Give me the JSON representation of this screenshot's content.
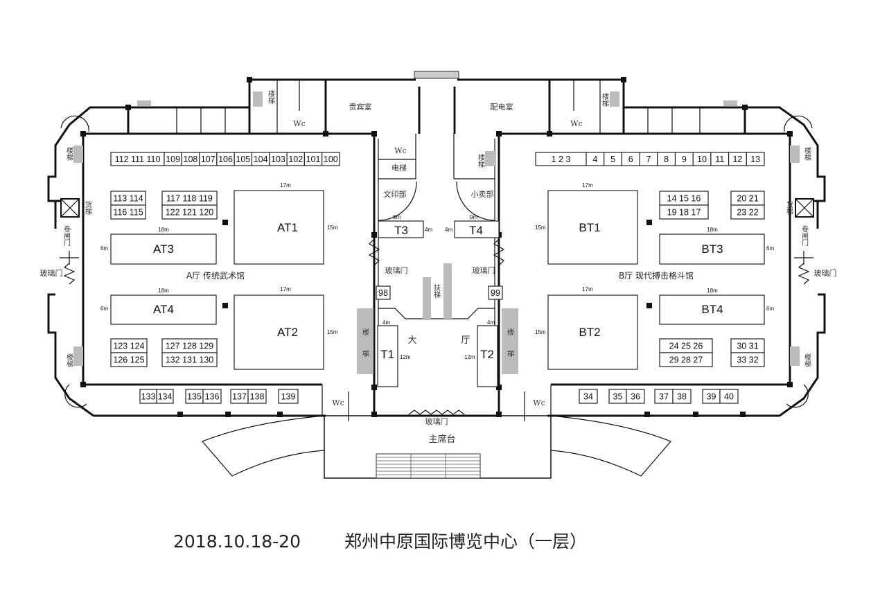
{
  "caption": {
    "date": "2018.10.18-20",
    "venue": "郑州中原国际博览中心（一层）"
  },
  "halls": {
    "a": "A厅 传统武术馆",
    "b": "B厅 现代搏击格斗馆"
  },
  "rooms": {
    "vip": "贵宾室",
    "power": "配电室",
    "wc": "Wc",
    "elevator": "电梯",
    "print": "文印部",
    "shop": "小卖部",
    "stairs": "楼梯",
    "freight": "货梯",
    "shutter": "卷闸门",
    "glass_door": "玻璃门",
    "escalator": "扶梯",
    "lobby_1": "大",
    "lobby_2": "厅",
    "podium": "主席台",
    "stairs_1": "楼",
    "stairs_2": "梯"
  },
  "areas": {
    "at1": "AT1",
    "at2": "AT2",
    "at3": "AT3",
    "at4": "AT4",
    "bt1": "BT1",
    "bt2": "BT2",
    "bt3": "BT3",
    "bt4": "BT4",
    "t1": "T1",
    "t2": "T2",
    "t3": "T3",
    "t4": "T4"
  },
  "dims": {
    "d17": "17m",
    "d18": "18m",
    "d15": "15m",
    "d6": "6m",
    "d9": "9m",
    "d4": "4m",
    "d12": "12m"
  },
  "booths": {
    "a_top": [
      "112 111 110",
      "109",
      "108",
      "107",
      "106",
      "105",
      "104",
      "103",
      "102",
      "101",
      "100"
    ],
    "b_top": [
      "1   2   3",
      "4",
      "5",
      "6",
      "7",
      "8",
      "9",
      "10",
      "11",
      "12",
      "13"
    ],
    "a_blk1": [
      "113 114",
      "116 115"
    ],
    "a_blk2": [
      "117 118 119",
      "122 121 120"
    ],
    "a_blk3": [
      "123 124",
      "126 125"
    ],
    "a_blk4": [
      "127 128 129",
      "132 131 130"
    ],
    "b_blk1": [
      "14  15  16",
      "19  18  17"
    ],
    "b_blk2": [
      "20 21",
      "23 22"
    ],
    "b_blk3": [
      "24  25  26",
      "29  28  27"
    ],
    "b_blk4": [
      "30 31",
      "33 32"
    ],
    "a_bottom": [
      "133",
      "134",
      "135",
      "136",
      "137",
      "138",
      "139"
    ],
    "b_bottom": [
      "34",
      "35",
      "36",
      "37",
      "38",
      "39",
      "40"
    ],
    "center": [
      "98",
      "99"
    ]
  }
}
